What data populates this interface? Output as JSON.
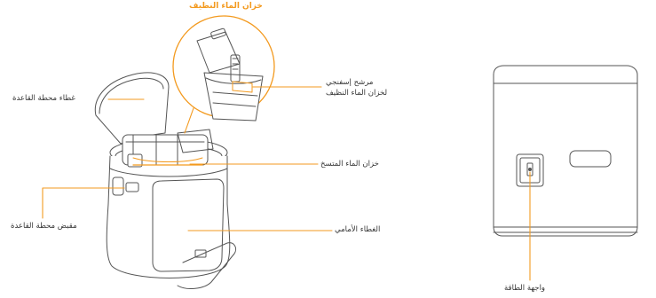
{
  "labels": {
    "clean_tank_title": "خزان الماء النظيف",
    "sponge_filter_line1": "مرشح إسفنجي",
    "sponge_filter_line2": "لخزان الماء النظيف",
    "base_cover": "غطاء محطة القاعدة",
    "dirty_tank": "خزان الماء المتسخ",
    "base_handle": "مقبض محطة القاعدة",
    "front_cover": "الغطاء الأمامي",
    "power_port": "واجهة الطاقة"
  },
  "colors": {
    "accent": "#f39a1f",
    "line_art": "#555555",
    "text": "#333333"
  }
}
